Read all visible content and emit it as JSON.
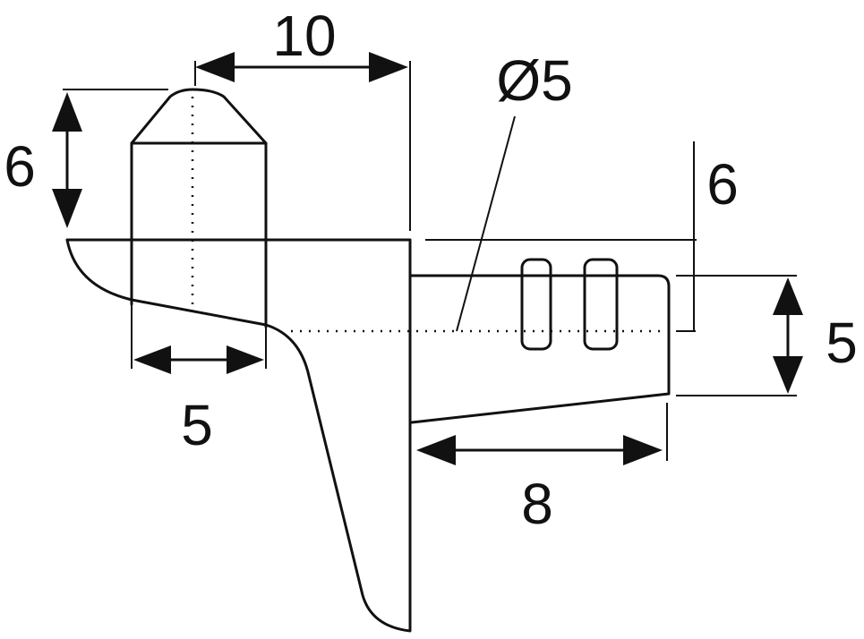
{
  "diagram": {
    "type": "shelf support pin technical drawing",
    "dimensions": {
      "top_width": "10",
      "peg_height": "6",
      "peg_width": "5",
      "pin_diameter": "Ø5",
      "pin_offset": "6",
      "pin_height": "5",
      "pin_length": "8"
    },
    "line_color": "#111111",
    "background": "#ffffff"
  }
}
